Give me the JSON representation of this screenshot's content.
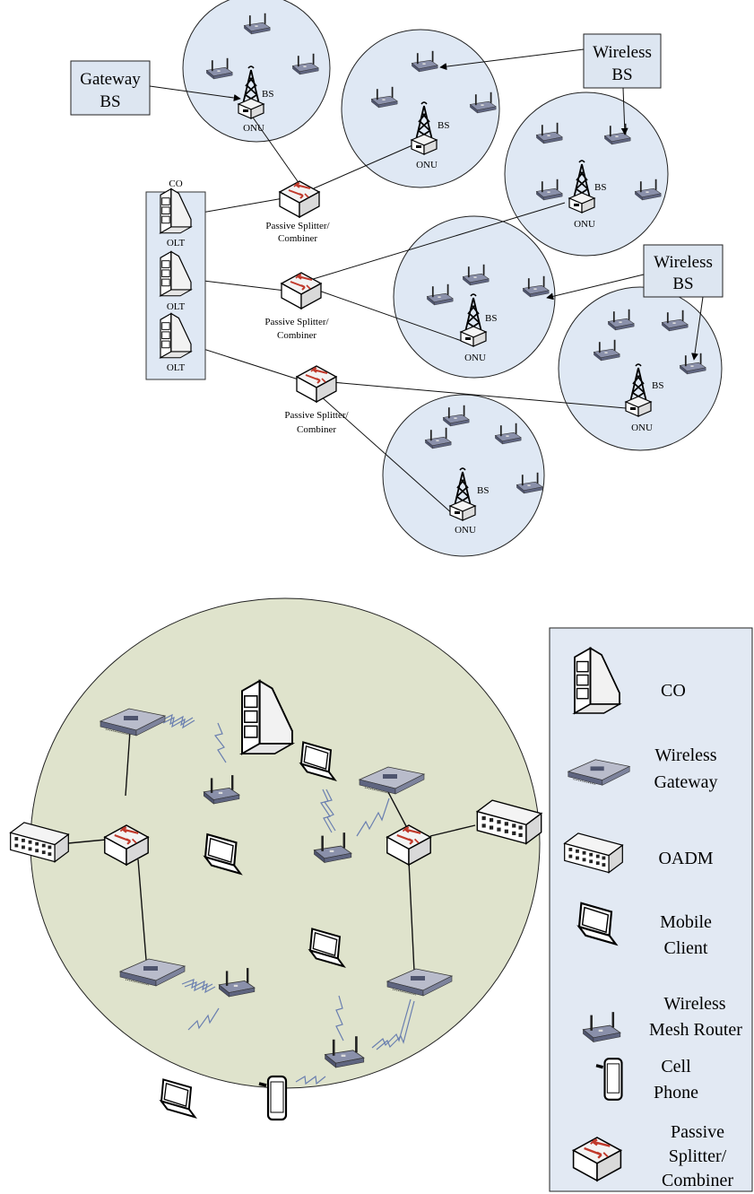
{
  "top_diagram": {
    "co_label": "CO",
    "olt_labels": [
      "OLT",
      "OLT",
      "OLT"
    ],
    "splitter_label_line1": "Passive Splitter/",
    "splitter_label_line2": "Combiner",
    "onu_label": "ONU",
    "bs_label": "BS",
    "gateway_box": {
      "line1": "Gateway",
      "line2": "BS"
    },
    "wireless_box": {
      "line1": "Wireless",
      "line2": "BS"
    }
  },
  "legend": {
    "items": [
      {
        "label_lines": [
          "CO"
        ],
        "icon": "co-icon"
      },
      {
        "label_lines": [
          "Wireless",
          "Gateway"
        ],
        "icon": "wireless-gateway-icon"
      },
      {
        "label_lines": [
          "OADM"
        ],
        "icon": "oadm-icon"
      },
      {
        "label_lines": [
          "Mobile",
          "Client"
        ],
        "icon": "laptop-icon"
      },
      {
        "label_lines": [
          "Wireless",
          "Mesh Router"
        ],
        "icon": "mesh-router-icon"
      },
      {
        "label_lines": [
          "Cell",
          "Phone"
        ],
        "icon": "cell-phone-icon"
      },
      {
        "label_lines": [
          "Passive",
          "Splitter/",
          "Combiner"
        ],
        "icon": "splitter-icon"
      }
    ]
  },
  "colors": {
    "cell_fill": "#dfe8f4",
    "big_circle_fill": "#dfe3cc",
    "legend_fill": "#e2e9f3",
    "router_body": "#6c7390",
    "splitter_arrow": "#c0392b"
  }
}
